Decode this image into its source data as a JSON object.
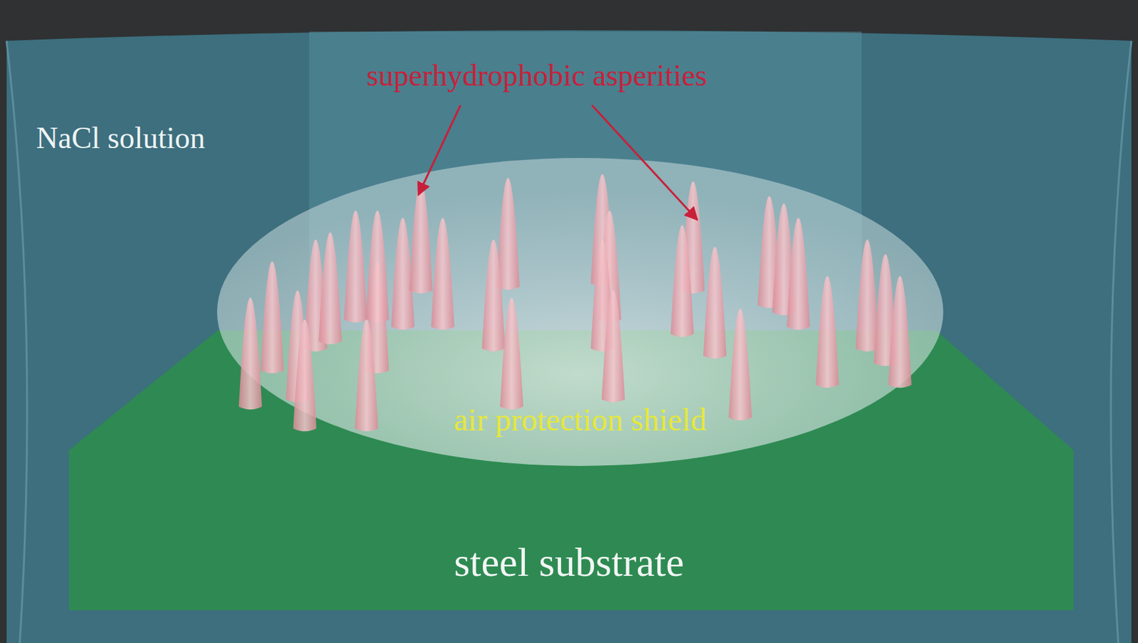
{
  "diagram": {
    "nodes": [
      {
        "text": [
          "NaCl solution"
        ]
      },
      {
        "text": [
          "steel substrate"
        ],
        "in": 0
      },
      {
        "text": [
          "air protection shield"
        ],
        "in": 0
      }
    ],
    "labels": [
      "superhydrophobic asperities"
    ]
  }
}
